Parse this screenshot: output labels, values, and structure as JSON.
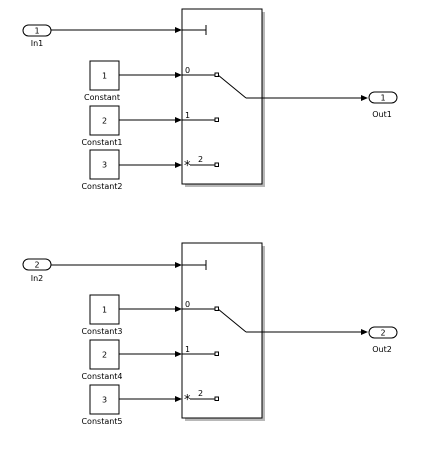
{
  "diagram": {
    "groups": [
      {
        "inport": {
          "number": "1",
          "label": "In1"
        },
        "constants": [
          {
            "value": "1",
            "label": "Constant"
          },
          {
            "value": "2",
            "label": "Constant1"
          },
          {
            "value": "3",
            "label": "Constant2"
          }
        ],
        "switch": {
          "port_labels": [
            "0",
            "1",
            "2"
          ],
          "default_marker": "*"
        },
        "outport": {
          "number": "1",
          "label": "Out1"
        }
      },
      {
        "inport": {
          "number": "2",
          "label": "In2"
        },
        "constants": [
          {
            "value": "1",
            "label": "Constant3"
          },
          {
            "value": "2",
            "label": "Constant4"
          },
          {
            "value": "3",
            "label": "Constant5"
          }
        ],
        "switch": {
          "port_labels": [
            "0",
            "1",
            "2"
          ],
          "default_marker": "*"
        },
        "outport": {
          "number": "2",
          "label": "Out2"
        }
      }
    ]
  }
}
